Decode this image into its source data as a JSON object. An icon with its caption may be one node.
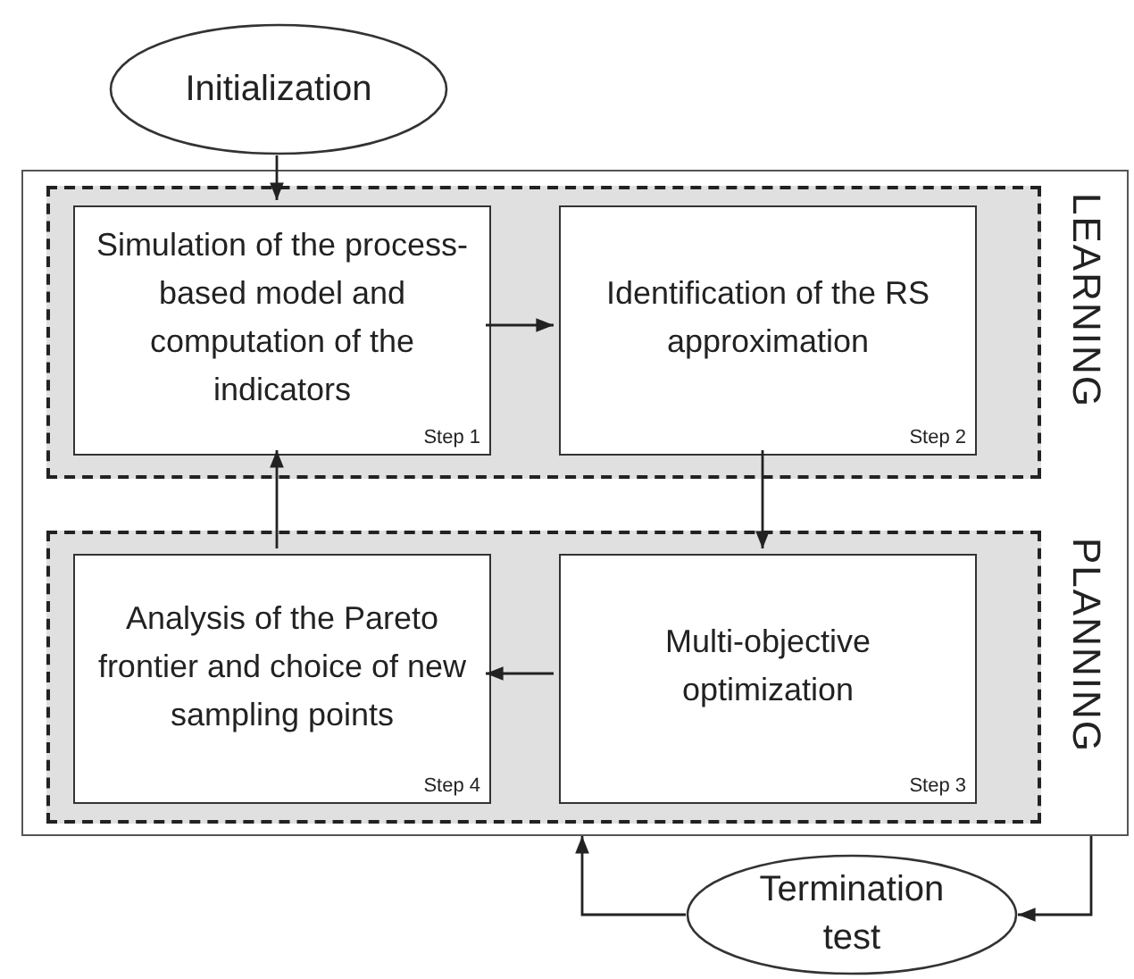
{
  "diagram": {
    "nodes": [
      {
        "text": [
          "Initialization"
        ]
      },
      {
        "text": [],
        "shape": "box"
      },
      {
        "text": [],
        "shape": "box",
        "in": 1
      },
      {
        "text": [
          "Simulation of the process-based model and computation of the indicators",
          "Step 1"
        ],
        "in": 2
      },
      {
        "text": [
          "Identification of the RS approximation",
          "Step 2"
        ],
        "in": 2
      },
      {
        "text": [],
        "shape": "box",
        "in": 1
      },
      {
        "text": [
          "Analysis of the Pareto frontier and choice of new sampling points",
          "Step 4"
        ],
        "in": 5
      },
      {
        "text": [
          "Multi-objective optimization",
          "Step 3"
        ],
        "in": 5
      },
      {
        "text": [
          "Termination test"
        ]
      }
    ],
    "edges": [
      {
        "from": 0,
        "to": 3,
        "arrow": "to"
      },
      {
        "from": 3,
        "to": 4,
        "arrow": "to"
      },
      {
        "from": 4,
        "to": 7,
        "arrow": "to"
      },
      {
        "from": 7,
        "to": 6,
        "arrow": "to"
      },
      {
        "from": 6,
        "to": 3,
        "arrow": "to"
      },
      {
        "from": 1,
        "to": 8,
        "arrow": "to"
      },
      {
        "from": 8,
        "to": 1,
        "arrow": "to"
      }
    ],
    "labels": [
      "LEARNING",
      "PLANNING"
    ]
  }
}
